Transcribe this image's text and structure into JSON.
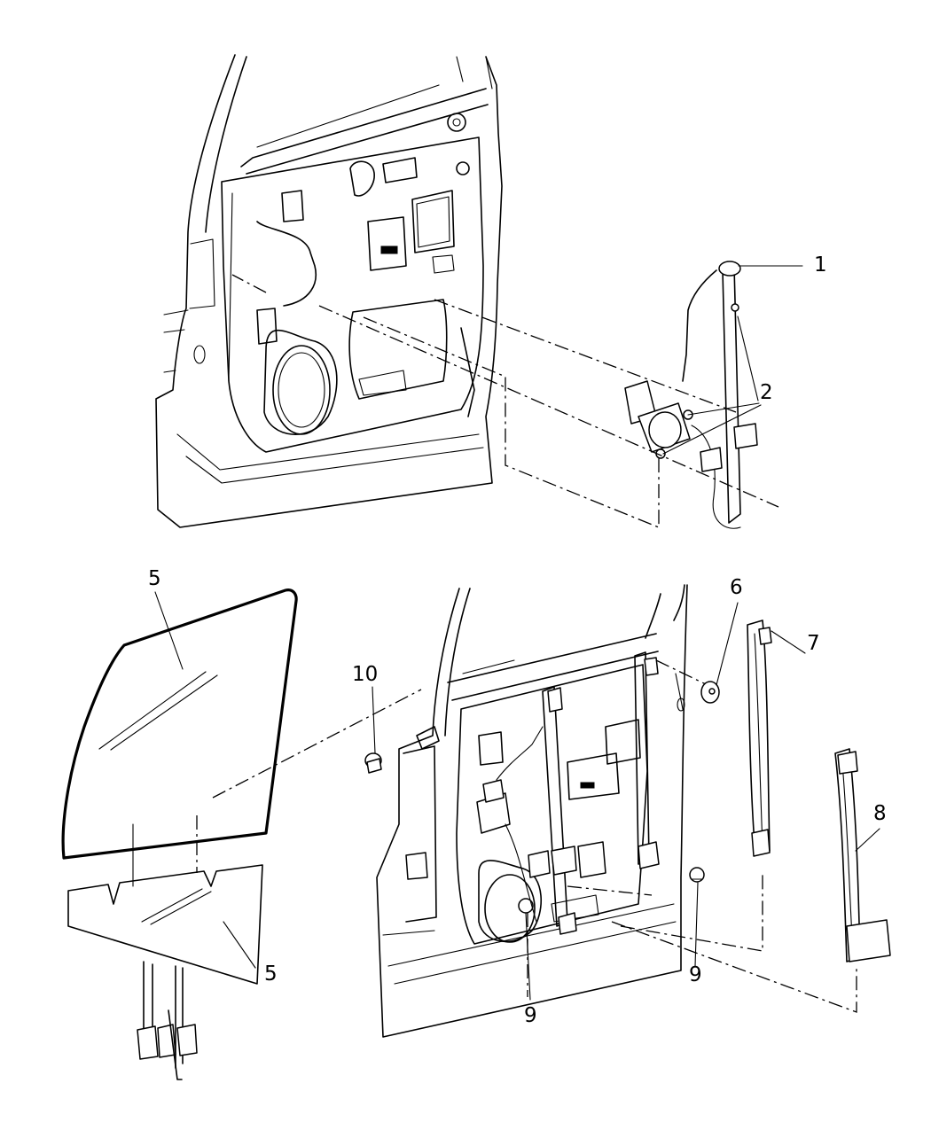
{
  "callouts": {
    "c1": "1",
    "c2a": "2",
    "c2b": "2",
    "c5a": "5",
    "c5b": "5",
    "c6": "6",
    "c7": "7",
    "c8": "8",
    "c9a": "9",
    "c9b": "9",
    "c10": "10"
  }
}
